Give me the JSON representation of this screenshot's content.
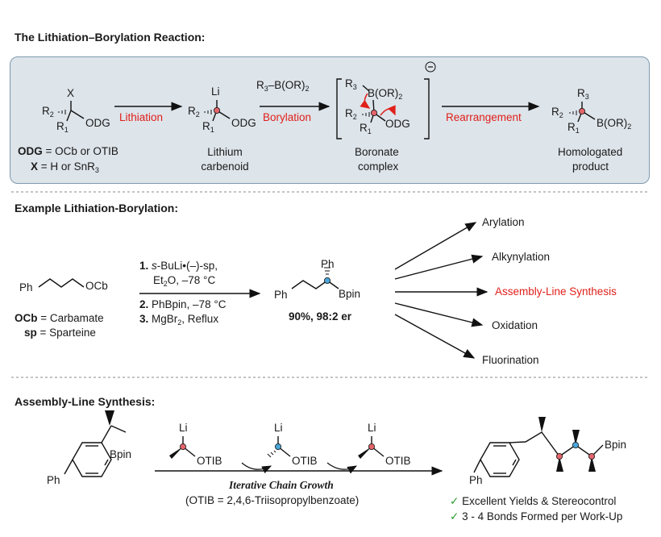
{
  "section1": {
    "title": "The Lithiation–Borylation Reaction:",
    "steps": {
      "lithiation": "Lithiation",
      "borylation": "Borylation",
      "rearrangement": "Rearrangement"
    },
    "reagent_borane": "R3–B(OR)2",
    "labels": {
      "lithium_carbenoid": [
        "Lithium",
        "carbenoid"
      ],
      "boronate_complex": [
        "Boronate",
        "complex"
      ],
      "homologated_product": [
        "Homologated",
        "product"
      ]
    },
    "definitions": {
      "odg": "ODG = OCb or OTIB",
      "x": "X = H or SnR3"
    },
    "charge": "⊖"
  },
  "section2": {
    "title": "Example Lithiation-Borylation:",
    "conditions": [
      "1. s-BuLi•(–)-sp,",
      "Et2O, –78 °C",
      "2. PhBpin, –78 °C",
      "3. MgBr2, Reflux"
    ],
    "yield": "90%, 98:2 er",
    "definitions": {
      "ocb": "OCb = Carbamate",
      "sp": "sp = Sparteine"
    },
    "outcomes": [
      {
        "label": "Arylation",
        "highlight": false
      },
      {
        "label": "Alkynylation",
        "highlight": false
      },
      {
        "label": "Assembly-Line Synthesis",
        "highlight": true
      },
      {
        "label": "Oxidation",
        "highlight": false
      },
      {
        "label": "Fluorination",
        "highlight": false
      }
    ]
  },
  "section3": {
    "title": "Assembly-Line Synthesis:",
    "arrow_label": "Iterative Chain Growth",
    "arrow_note": "(OTIB = 2,4,6-Triisopropylbenzoate)",
    "benefits": [
      "Excellent Yields & Stereocontrol",
      "3 - 4 Bonds Formed per Work-Up"
    ]
  },
  "colors": {
    "red": "#e0201b",
    "red_atom": "#e4646a",
    "blue_atom": "#4aa6d8",
    "panel_bg": "#dde4ea",
    "panel_border": "#7f9ab0",
    "check": "#2a9d2a"
  }
}
